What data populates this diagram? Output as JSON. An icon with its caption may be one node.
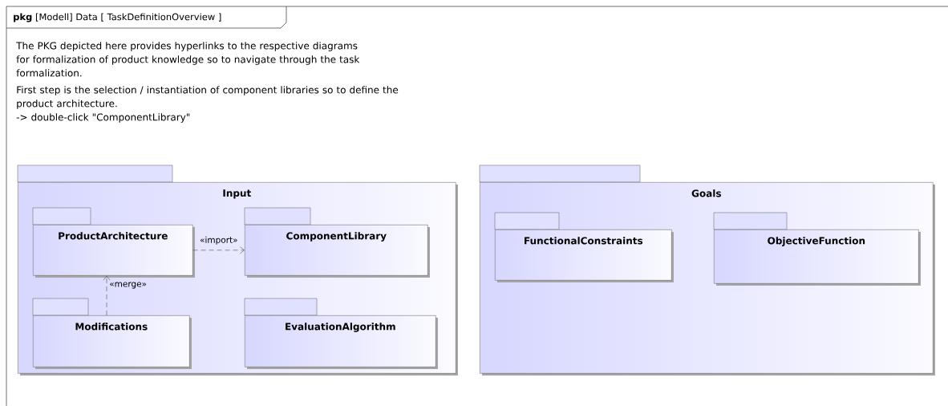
{
  "diagram": {
    "title": "**pkg** [Modell] Data [ TaskDefinitionOverview ]",
    "nodes": [
      {
        "text": [
          "Input"
        ]
      },
      {
        "text": [
          "ProductArchitecture"
        ],
        "in": 0
      },
      {
        "text": [
          "ComponentLibrary"
        ],
        "in": 0
      },
      {
        "text": [
          "Modifications"
        ],
        "in": 0
      },
      {
        "text": [
          "EvaluationAlgorithm"
        ],
        "in": 0
      },
      {
        "text": [
          "Goals"
        ]
      },
      {
        "text": [
          "FunctionalConstraints"
        ],
        "in": 5
      },
      {
        "text": [
          "ObjectiveFunction"
        ],
        "in": 5
      }
    ],
    "edges": [
      {
        "from": 1,
        "to": 2,
        "arrow": "to",
        "style": "dashed",
        "label": "«import»"
      },
      {
        "from": 3,
        "to": 1,
        "arrow": "to",
        "style": "dashed",
        "label": "«merge»"
      }
    ],
    "labels": [
      "The PKG depicted here provides hyperlinks to the respective diagrams for formalization of product knowledge so to navigate through the task formalization.",
      "First step is the selection / instantiation of component libraries so to define the product architecture.",
      "-> double-click \"ComponentLibrary\""
    ]
  }
}
